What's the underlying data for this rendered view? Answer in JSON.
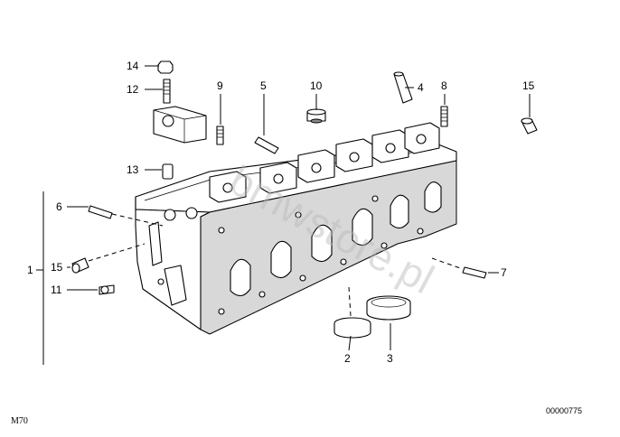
{
  "watermark": "bmwstore.pl",
  "model_label": "M70",
  "reference_number": "00000775",
  "callouts": [
    {
      "id": "1",
      "label": "1"
    },
    {
      "id": "2",
      "label": "2"
    },
    {
      "id": "3",
      "label": "3"
    },
    {
      "id": "4",
      "label": "4"
    },
    {
      "id": "5",
      "label": "5"
    },
    {
      "id": "6",
      "label": "6"
    },
    {
      "id": "7",
      "label": "7"
    },
    {
      "id": "8",
      "label": "8"
    },
    {
      "id": "9",
      "label": "9"
    },
    {
      "id": "10",
      "label": "10"
    },
    {
      "id": "11",
      "label": "11"
    },
    {
      "id": "12",
      "label": "12"
    },
    {
      "id": "13",
      "label": "13"
    },
    {
      "id": "14",
      "label": "14"
    },
    {
      "id": "15a",
      "label": "15"
    },
    {
      "id": "15b",
      "label": "15"
    }
  ]
}
